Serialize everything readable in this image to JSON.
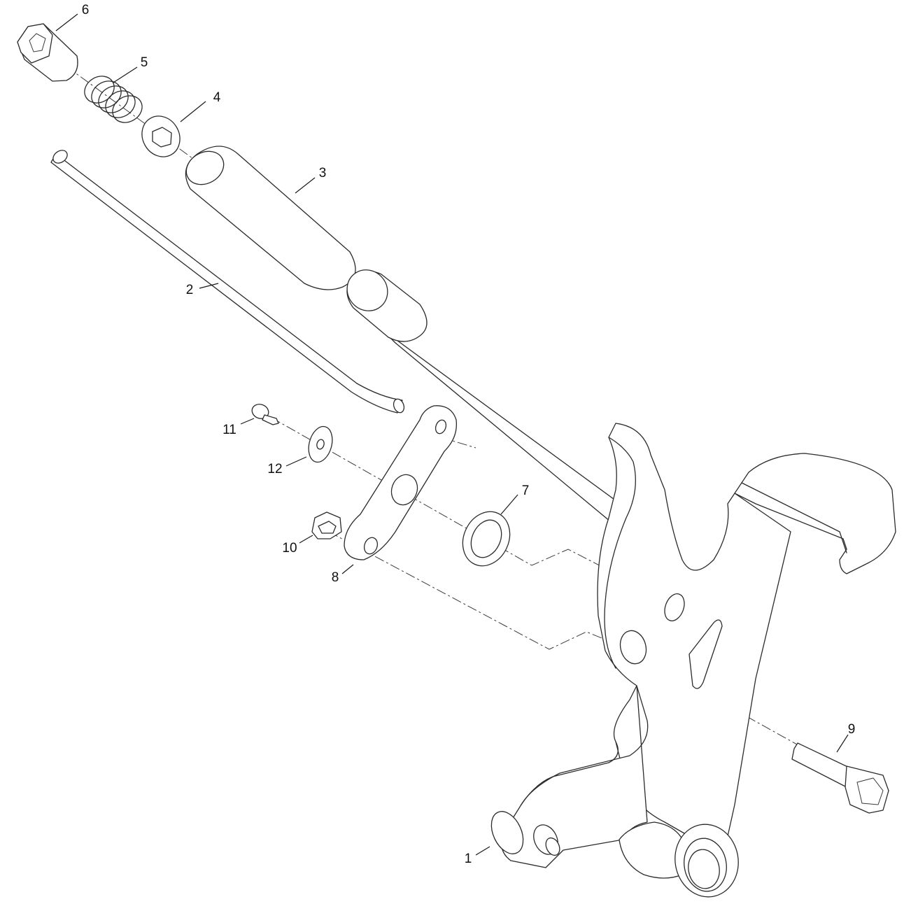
{
  "diagram": {
    "callouts": [
      {
        "id": "1",
        "label": "1"
      },
      {
        "id": "2",
        "label": "2"
      },
      {
        "id": "3",
        "label": "3"
      },
      {
        "id": "4",
        "label": "4"
      },
      {
        "id": "5",
        "label": "5"
      },
      {
        "id": "6",
        "label": "6"
      },
      {
        "id": "7",
        "label": "7"
      },
      {
        "id": "8",
        "label": "8"
      },
      {
        "id": "9",
        "label": "9"
      },
      {
        "id": "10",
        "label": "10"
      },
      {
        "id": "11",
        "label": "11"
      },
      {
        "id": "12",
        "label": "12"
      }
    ],
    "colors": {
      "line": "#2b2b2b",
      "background": "#ffffff"
    }
  }
}
